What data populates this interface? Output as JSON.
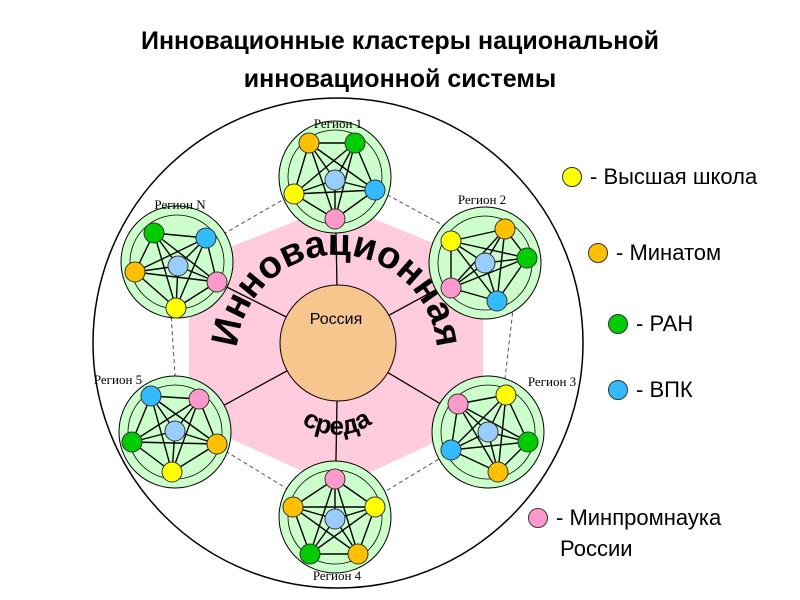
{
  "title": {
    "line1": "Инновационные кластеры национальной",
    "line2": "инновационной системы"
  },
  "center": {
    "label": "Россия",
    "environment_top": "Инновационная",
    "environment_bottom": "среда"
  },
  "regions": [
    {
      "label": "Регион 1",
      "nodes": [
        "orange",
        "green",
        "yellow",
        "blue",
        "pink",
        "cyan"
      ]
    },
    {
      "label": "Регион 2",
      "nodes": [
        "yellow",
        "orange",
        "pink",
        "blue",
        "green",
        "cyan"
      ]
    },
    {
      "label": "Регион 3",
      "nodes": [
        "pink",
        "yellow",
        "cyan",
        "blue",
        "green",
        "orange"
      ]
    },
    {
      "label": "Регион 4",
      "nodes": [
        "pink",
        "orange",
        "yellow",
        "blue",
        "green",
        "orange"
      ]
    },
    {
      "label": "Регион 5",
      "nodes": [
        "cyan",
        "pink",
        "green",
        "blue",
        "orange",
        "yellow"
      ]
    },
    {
      "label": "Регион N",
      "nodes": [
        "green",
        "cyan",
        "orange",
        "blue",
        "pink",
        "yellow"
      ]
    }
  ],
  "legend": [
    {
      "color": "#ffff00",
      "label": "- Высшая школа"
    },
    {
      "color": "#ffc000",
      "label": "- Минатом"
    },
    {
      "color": "#00cc00",
      "label": "- РАН"
    },
    {
      "color": "#33bbff",
      "label": "- ВПК"
    },
    {
      "color": "#ff99cc",
      "label": "- Минпромнаука",
      "label2": "России"
    }
  ],
  "colors": {
    "yellow": "#ffff00",
    "orange": "#ffc000",
    "green": "#00cc00",
    "cyan": "#33bbff",
    "blue": "#99ccff",
    "pink": "#ff99cc",
    "cluster_fill": "#ccffcc",
    "environment_fill": "#ffccdd",
    "center_fill": "#f7c68f"
  }
}
